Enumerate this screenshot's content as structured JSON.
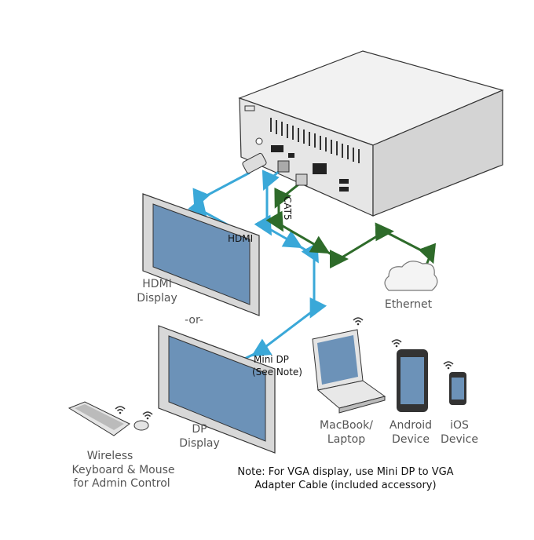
{
  "colors": {
    "hdmi_cable": "#3aa8d8",
    "cat5_cable": "#2e6b2a",
    "device_body": "#e8e8e8",
    "screen": "#6c92b8"
  },
  "labels": {
    "hdmi_cable": "HDMI",
    "cat5_cable": "CAT5",
    "hdmi_display": [
      "HDMI",
      "Display"
    ],
    "or": "-or-",
    "ethernet": "Ethernet",
    "minidp_cable": [
      "Mini DP",
      "(See Note)"
    ],
    "dp_display": [
      "DP",
      "Display"
    ],
    "laptop": [
      "MacBook/",
      "Laptop"
    ],
    "android": [
      "Android",
      "Device"
    ],
    "ios": [
      "iOS",
      "Device"
    ],
    "keyboard_mouse": [
      "Wireless",
      "Keyboard & Mouse",
      "for Admin Control"
    ],
    "note": [
      "Note: For VGA display, use Mini DP to VGA",
      "Adapter Cable (included accessory)"
    ]
  },
  "icons": [
    "wifi-icon",
    "cloud-icon",
    "hdmi-connector-icon",
    "rj45-connector-icon",
    "usb-port-icon"
  ]
}
